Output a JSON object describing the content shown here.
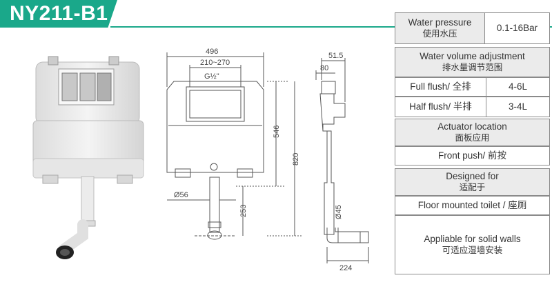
{
  "header": {
    "model": "NY211-B1"
  },
  "drawing": {
    "dim_width": "496",
    "dim_range": "210~270",
    "dim_thread": "G½\"",
    "dim_height_tank": "546",
    "dim_height_total": "820",
    "dim_pipe_dia": "Ø56",
    "dim_outlet_height": "253",
    "dim_depth_top": "51.5",
    "dim_depth": "80",
    "dim_outlet_dia": "Ø45",
    "dim_outlet_length": "224"
  },
  "specs": {
    "water_pressure": {
      "en": "Water pressure",
      "cn": "使用水压",
      "value": "0.1-16Bar"
    },
    "water_volume": {
      "en": "Water volume adjustment",
      "cn": "排水量调节范围"
    },
    "full_flush": {
      "label": "Full flush/ 全排",
      "value": "4-6L"
    },
    "half_flush": {
      "label": "Half flush/ 半排",
      "value": "3-4L"
    },
    "actuator": {
      "en": "Actuator location",
      "cn": "面板应用",
      "value": "Front push/ 前按"
    },
    "designed": {
      "en": "Designed for",
      "cn": "适配于",
      "value": "Floor mounted toilet  / 座厕"
    },
    "walls": {
      "en": "Appliable for solid walls",
      "cn": "可适应湿墙安装"
    }
  },
  "colors": {
    "accent": "#1aa88a",
    "table_border": "#8a8a8a",
    "shaded_row": "#ebebeb"
  }
}
